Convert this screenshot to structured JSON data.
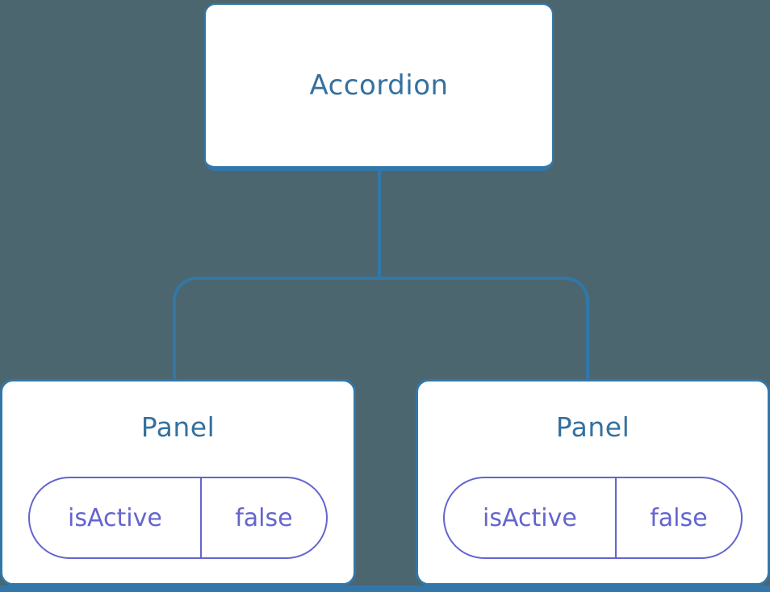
{
  "colors": {
    "background": "#4C6670",
    "node_fill": "#FFFFFF",
    "node_border": "#3377A8",
    "node_label": "#35719E",
    "connector": "#3377A8",
    "state_accent": "#6365CF"
  },
  "tree": {
    "root": {
      "label": "Accordion"
    },
    "children": [
      {
        "label": "Panel",
        "state": {
          "name": "isActive",
          "value": "false"
        }
      },
      {
        "label": "Panel",
        "state": {
          "name": "isActive",
          "value": "false"
        }
      }
    ]
  }
}
